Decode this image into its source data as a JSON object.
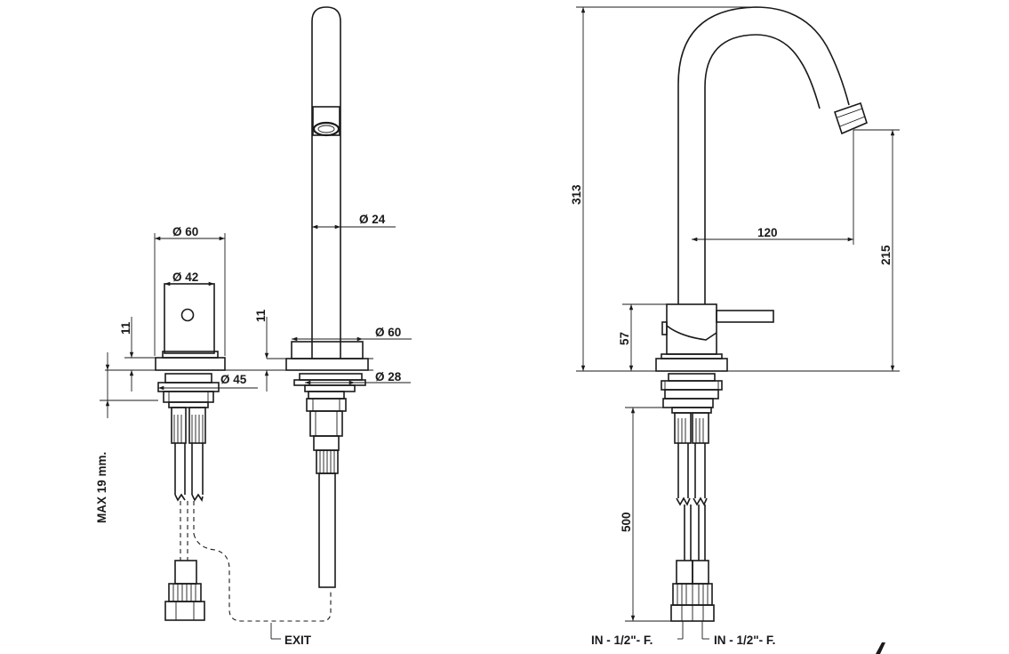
{
  "diagram": {
    "left_view": {
      "handle_diameter_outer": "Ø 60",
      "handle_diameter_inner": "Ø 42",
      "handle_height": "11",
      "base_diameter": "Ø 45",
      "max_deck_thickness": "MAX 19 mm."
    },
    "spout_view": {
      "spout_diameter": "Ø 24",
      "base_height": "11",
      "base_diameter": "Ø 60",
      "shank_diameter": "Ø 28",
      "exit_label": "EXIT"
    },
    "side_view": {
      "total_height": "313",
      "outlet_height": "215",
      "projection": "120",
      "body_height": "57",
      "hose_length": "500",
      "inlet_left": "IN - 1/2\"- F.",
      "inlet_right": "IN - 1/2\"- F."
    }
  }
}
